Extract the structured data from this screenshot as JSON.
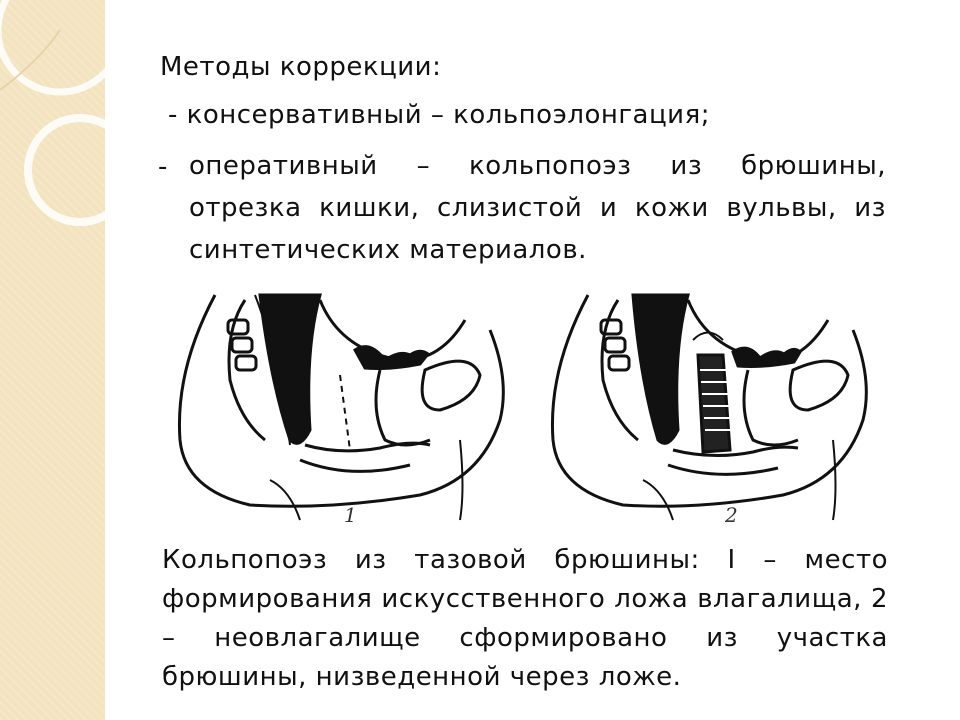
{
  "slide": {
    "title": "Методы коррекции:",
    "item_conservative": "- консервативный – кольпоэлонгация;",
    "bullet_marker": "-",
    "item_operative": "оперативный – кольпопоэз из брюшины, отрезка кишки, слизистой и кожи вульвы, из синтетических материалов.",
    "figure": {
      "label_1": "1",
      "label_2": "2"
    },
    "caption": "Кольпопоэз из тазовой брюшины: I – место формирования искусственного ложа влагалища, 2 – неовлагалище сформировано из участка брюшины, низведенной через ложе."
  },
  "colors": {
    "side_strip": "#f3e3bf",
    "ring": "#ffffff",
    "text": "#111111"
  }
}
